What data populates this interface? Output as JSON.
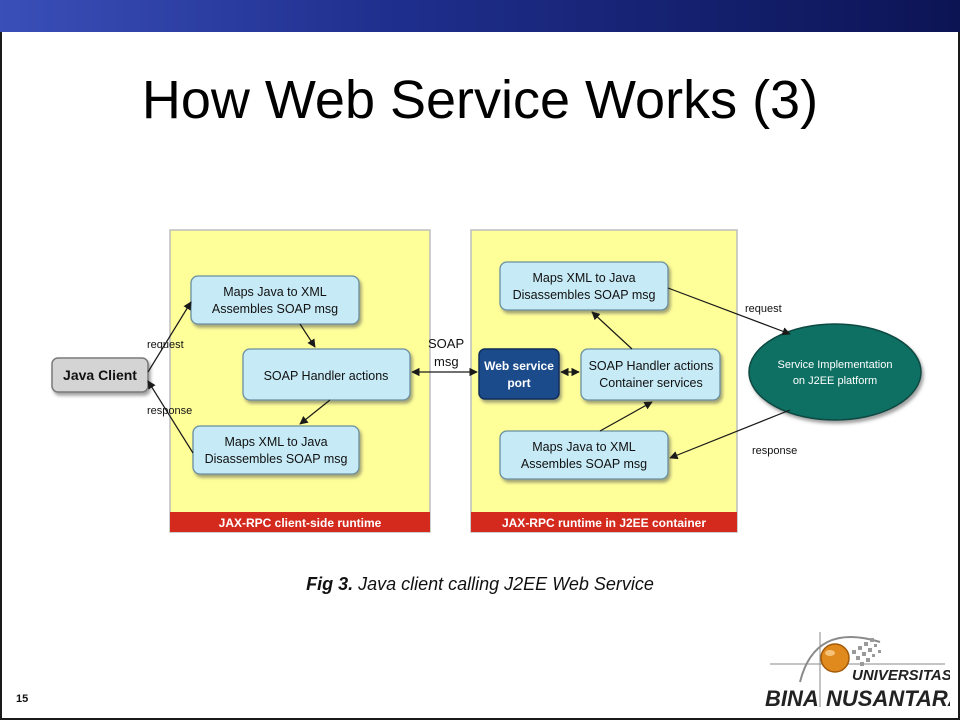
{
  "slide": {
    "title": "How Web Service Works (3)",
    "number": "15"
  },
  "caption": {
    "prefix": "Fig 3.",
    "text": " Java client calling J2EE Web Service"
  },
  "diagram": {
    "client_panel_footer": "JAX-RPC client-side runtime",
    "server_panel_footer": "JAX-RPC runtime in J2EE container",
    "java_client": "Java Client",
    "client_maps_java": {
      "line1": "Maps Java to XML",
      "line2": "Assembles SOAP msg"
    },
    "client_soap_handler": "SOAP Handler actions",
    "client_maps_xml": {
      "line1": "Maps XML to Java",
      "line2": "Disassembles SOAP msg"
    },
    "soap_msg": {
      "line1": "SOAP",
      "line2": "msg"
    },
    "web_service_port": {
      "line1": "Web service",
      "line2": "port"
    },
    "server_maps_xml": {
      "line1": "Maps XML to Java",
      "line2": "Disassembles SOAP msg"
    },
    "server_soap_handler": {
      "line1": "SOAP Handler actions",
      "line2": "Container services"
    },
    "server_maps_java": {
      "line1": "Maps Java to XML",
      "line2": "Assembles SOAP msg"
    },
    "service_impl": {
      "line1": "Service Implementation",
      "line2": "on J2EE platform"
    },
    "edge_labels": {
      "client_request": "request",
      "client_response": "response",
      "server_request": "request",
      "server_response": "response"
    },
    "colors": {
      "panel_fill": "#ffff99",
      "panel_border": "#c8c8c8",
      "footer_fill": "#d42a1e",
      "box_fill": "#c6eaf6",
      "box_border": "#6a8fa0",
      "port_fill": "#1e4b8c",
      "ellipse_fill": "#0e7063",
      "client_fill": "#d4d4d4"
    }
  },
  "logo": {
    "line1": "UNIVERSITAS",
    "line2_left": "BINA",
    "line2_right": "NUSANTARA"
  }
}
